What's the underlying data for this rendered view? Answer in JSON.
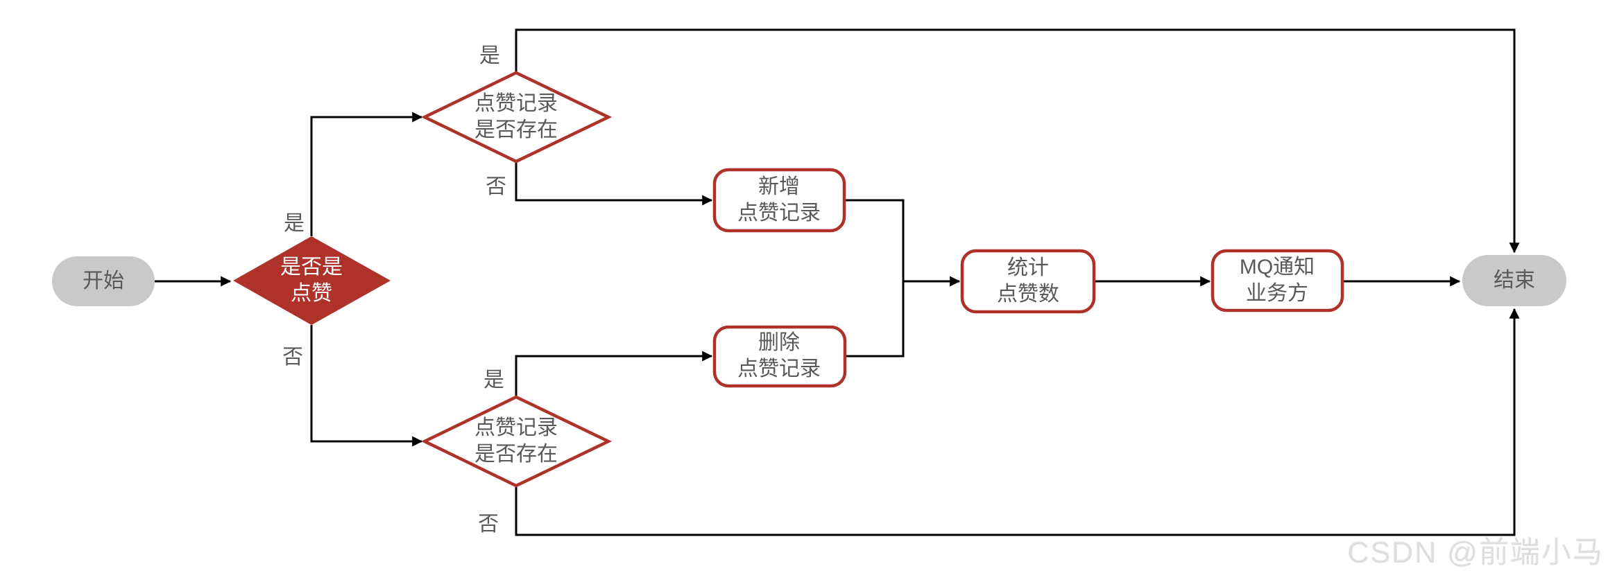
{
  "diagram": {
    "type": "flowchart",
    "watermark": "CSDN @前端小马",
    "colors": {
      "decision_fill_red": "#AE3229",
      "shape_border_red": "#AE3229",
      "terminal_fill_gray": "#C9C9C9",
      "text_gray": "#595959",
      "text_on_red": "#FFFFFF",
      "edge_line_black": "#000000",
      "watermark_gray": "#DEDEDE",
      "background": "#FFFFFF"
    }
  },
  "nodes": {
    "start": {
      "label": "开始",
      "type": "terminal"
    },
    "decision_is_like": {
      "label": "是否是\n点赞",
      "type": "decision"
    },
    "decision_record_exists_top": {
      "label": "点赞记录\n是否存在",
      "type": "decision"
    },
    "decision_record_exists_bottom": {
      "label": "点赞记录\n是否存在",
      "type": "decision"
    },
    "process_add_like_record": {
      "label": "新增\n点赞记录",
      "type": "process"
    },
    "process_delete_like_record": {
      "label": "删除\n点赞记录",
      "type": "process"
    },
    "process_count_likes": {
      "label": "统计\n点赞数",
      "type": "process"
    },
    "process_mq_notify": {
      "label": "MQ通知\n业务方",
      "type": "process"
    },
    "end": {
      "label": "结束",
      "type": "terminal"
    }
  },
  "edge_labels": {
    "is_like_yes": "是",
    "is_like_no": "否",
    "top_exists_yes": "是",
    "top_exists_no": "否",
    "bottom_exists_yes": "是",
    "bottom_exists_no": "否"
  }
}
